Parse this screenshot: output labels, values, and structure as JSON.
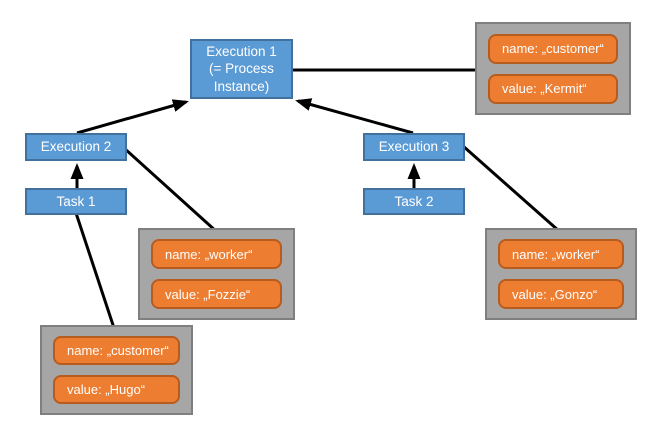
{
  "colors": {
    "node_fill": "#5b9bd5",
    "node_border": "#41719c",
    "variable_fill": "#ed7d31",
    "variable_border": "#b75c1f",
    "group_fill": "#a6a6a6",
    "group_border": "#7f7f7f",
    "connector": "#000000",
    "text": "#ffffff",
    "background": "#ffffff"
  },
  "nodes": {
    "execution1": {
      "label": "Execution 1\n(= Process\nInstance)"
    },
    "execution2": {
      "label": "Execution 2"
    },
    "execution3": {
      "label": "Execution 3"
    },
    "task1": {
      "label": "Task 1"
    },
    "task2": {
      "label": "Task 2"
    }
  },
  "variables": {
    "kermit": {
      "name": "name: „customer“",
      "value": "value: „Kermit“"
    },
    "fozzie": {
      "name": "name: „worker“",
      "value": "value: „Fozzie“"
    },
    "gonzo": {
      "name": "name: „worker“",
      "value": "value: „Gonzo“"
    },
    "hugo": {
      "name": "name: „customer“",
      "value": "value: „Hugo“"
    }
  },
  "connectors": [
    {
      "from": "execution2",
      "to": "execution1",
      "type": "arrow"
    },
    {
      "from": "execution3",
      "to": "execution1",
      "type": "arrow"
    },
    {
      "from": "task1",
      "to": "execution2",
      "type": "arrow"
    },
    {
      "from": "task2",
      "to": "execution3",
      "type": "arrow"
    },
    {
      "from": "variable-kermit",
      "to": "execution1",
      "type": "line"
    },
    {
      "from": "variable-fozzie",
      "to": "execution2",
      "type": "line"
    },
    {
      "from": "variable-gonzo",
      "to": "execution3",
      "type": "line"
    },
    {
      "from": "variable-hugo",
      "to": "task1",
      "type": "line"
    }
  ]
}
